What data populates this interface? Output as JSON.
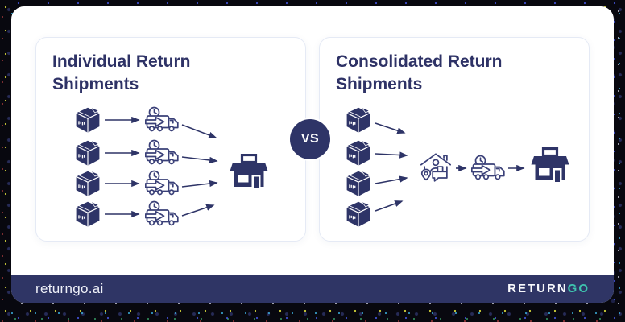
{
  "vs_badge": {
    "label": "VS"
  },
  "left_panel": {
    "title": "Individual Return Shipments",
    "flow": {
      "source_icon": "package-box",
      "middle_icon": "delivery-truck-with-clock",
      "destination_icon": "storefront",
      "shipment_count": 4
    }
  },
  "right_panel": {
    "title": "Consolidated Return Shipments",
    "flow": {
      "source_icon": "package-box",
      "hub_icon": "local-dropoff-point",
      "middle_icon": "delivery-truck-with-clock",
      "destination_icon": "storefront",
      "shipment_count": 4
    }
  },
  "footer": {
    "website": "returngo.ai",
    "logo": {
      "return": "RETURN",
      "go": "GO"
    }
  },
  "colors": {
    "navy": "#2e3467",
    "outline_navy": "#3a4078",
    "teal": "#3ec4ae",
    "card_border": "#e5eaf5",
    "background": "#ffffff",
    "frame_noise": "#08080f"
  }
}
